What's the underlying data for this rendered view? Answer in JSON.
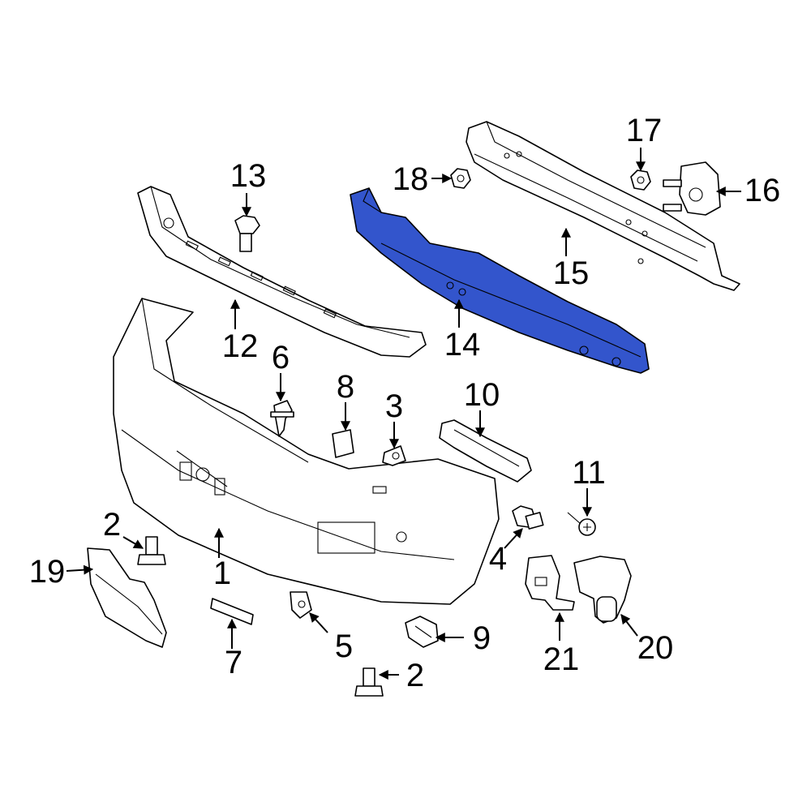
{
  "colors": {
    "highlight": "#3355cc",
    "line": "#000000",
    "background": "#ffffff"
  },
  "highlighted_part": "14",
  "callouts": [
    "1",
    "2",
    "2",
    "3",
    "4",
    "5",
    "6",
    "7",
    "8",
    "9",
    "10",
    "11",
    "12",
    "13",
    "14",
    "15",
    "16",
    "17",
    "18",
    "19",
    "20",
    "21"
  ]
}
